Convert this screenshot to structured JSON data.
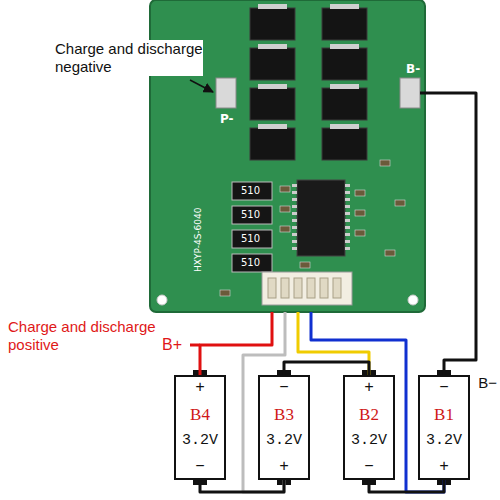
{
  "diagram": {
    "nodes": [
      {
        "text": [
          "P-",
          "B-",
          "HXYP-4S-6040",
          "510",
          "510",
          "510",
          "510"
        ]
      },
      {
        "text": [
          "+",
          "B4",
          "3.2V",
          "−"
        ]
      },
      {
        "text": [
          "−",
          "B3",
          "3.2V",
          "+"
        ]
      },
      {
        "text": [
          "+",
          "B2",
          "3.2V",
          "−"
        ]
      },
      {
        "text": [
          "−",
          "B1",
          "3.2V",
          "+"
        ]
      }
    ],
    "edges": [
      {
        "from": 0,
        "to": 1,
        "arrow": "none"
      },
      {
        "from": 0,
        "to": 2,
        "arrow": "none"
      },
      {
        "from": 0,
        "to": 3,
        "arrow": "none"
      },
      {
        "from": 0,
        "to": 4,
        "arrow": "none"
      },
      {
        "from": 0,
        "to": 4,
        "arrow": "none"
      },
      {
        "from": 1,
        "to": 2,
        "arrow": "none"
      },
      {
        "from": 2,
        "to": 3,
        "arrow": "none"
      },
      {
        "from": 3,
        "to": 4,
        "arrow": "none"
      }
    ],
    "labels": [
      "Charge and discharge negative",
      "Charge and discharge positive",
      "B+",
      "B−"
    ]
  }
}
